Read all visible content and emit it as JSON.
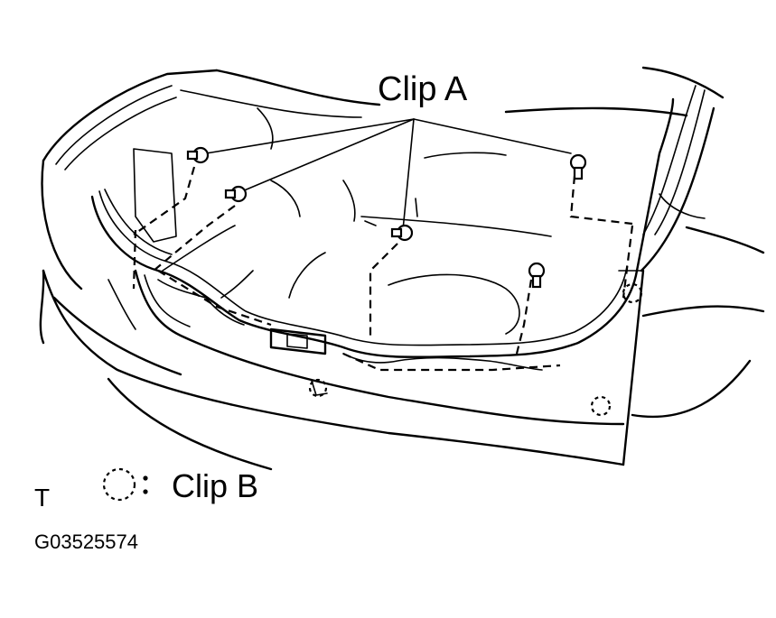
{
  "labels": {
    "clip_a": "Clip A",
    "clip_b": "Clip B",
    "corner_mark": "T",
    "figure_code": "G03525574"
  },
  "legend": {
    "clip_b_symbol": "dashed-circle",
    "separator": ":"
  },
  "colors": {
    "ink": "#000000",
    "paper": "#ffffff"
  }
}
